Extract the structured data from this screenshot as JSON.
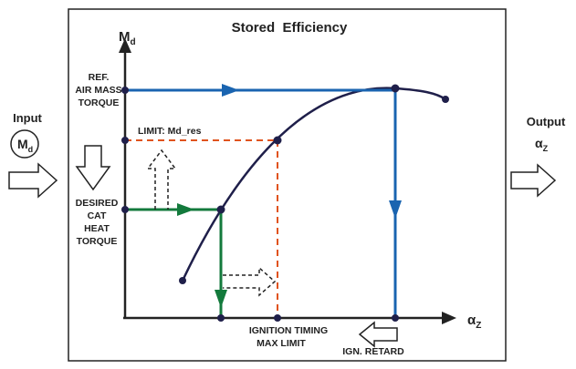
{
  "title": "Stored  Efficiency",
  "input": {
    "label": "Input",
    "symbol_main": "M",
    "symbol_sub": "d"
  },
  "output": {
    "label": "Output",
    "symbol_main": "α",
    "symbol_sub": "Z"
  },
  "axes": {
    "y_main": "M",
    "y_sub": "d",
    "x_main": "α",
    "x_sub": "Z"
  },
  "labels": {
    "ref_line1": "REF.",
    "ref_line2": "AIR MASS",
    "ref_line3": "TORQUE",
    "limit": "LIMIT: Md_res",
    "desired_line1": "DESIRED",
    "desired_line2": "CAT",
    "desired_line3": "HEAT",
    "desired_line4": "TORQUE",
    "ignition_line1": "IGNITION TIMING",
    "ignition_line2": "MAX LIMIT",
    "ign_retard": "IGN. RETARD"
  },
  "colors": {
    "blue": "#1a64b0",
    "green": "#137a3c",
    "red": "#e0531d",
    "curve": "#1f1f4a",
    "axis": "#222222"
  },
  "icons": {
    "input_arrow": "arrow-right-outline-icon",
    "down_arrow": "arrow-down-outline-icon",
    "retard_arrow": "arrow-left-outline-icon",
    "output_arrow": "arrow-right-outline-icon"
  }
}
